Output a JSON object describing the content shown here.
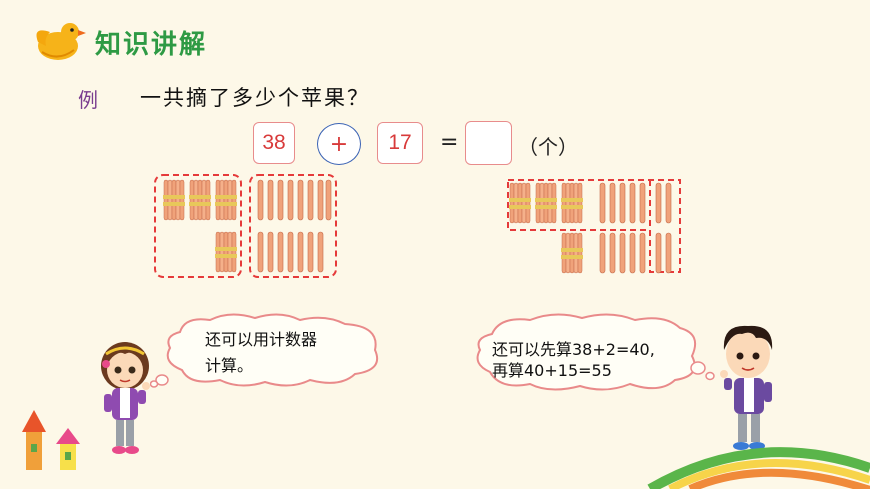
{
  "header": {
    "title": "知识讲解",
    "bird_icon": "bird-icon"
  },
  "example": {
    "label": "例",
    "question": "一共摘了多少个苹果？",
    "operand1": "38",
    "operator": "+",
    "operand2": "17",
    "equals": "=",
    "answer": "",
    "unit": "（个）"
  },
  "bubbles": {
    "girl": {
      "line1": "还可以用计数器",
      "line2": "计算。"
    },
    "boy": {
      "line1": "还可以先算38+2=40,",
      "line2": "再算40+15=55"
    }
  },
  "colors": {
    "title": "#2e9a44",
    "accent_red": "#d83a3a",
    "stick": "#f0a27a",
    "band": "#e8c85a",
    "bubble_border": "#e98a8a"
  }
}
